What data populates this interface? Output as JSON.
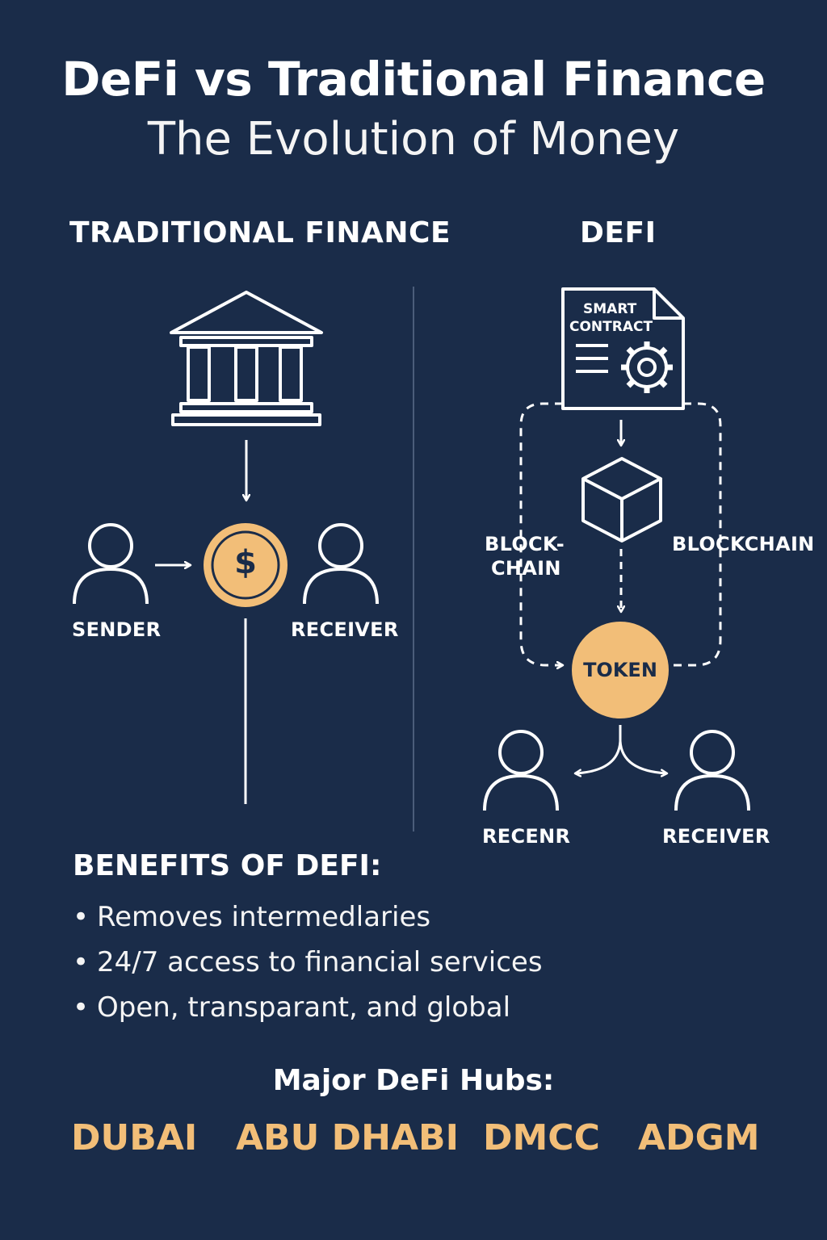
{
  "header": {
    "title": "DeFi vs Traditional Finance",
    "subtitle": "The Evolution of Money"
  },
  "traditional": {
    "heading": "TRADITIONAL FINANCE",
    "sender_label": "SENDER",
    "receiver_label": "RECEIVER",
    "coin_symbol": "$"
  },
  "defi": {
    "heading": "DEFI",
    "contract_line1": "SMART",
    "contract_line2": "CONTRACT",
    "blockchain_left_line1": "BLOCK-",
    "blockchain_left_line2": "CHAIN",
    "blockchain_right": "BLOCKCHAIN",
    "token_label": "TOKEN",
    "left_user_label": "RECENR",
    "right_user_label": "RECEIVER"
  },
  "benefits": {
    "heading": "BENEFITS OF DEFI:",
    "bullet": "•",
    "items": [
      "Removes intermedlaries",
      "24/7 access to financial services",
      "Open, transparant, and global"
    ]
  },
  "hubs": {
    "heading": "Major DeFi Hubs:",
    "items": [
      "DUBAI",
      "ABU DHABI",
      "DMCC",
      "ADGM"
    ]
  },
  "colors": {
    "background": "#1a2c49",
    "accent": "#f2be78",
    "line": "#ffffff"
  },
  "icons": [
    "bank-icon",
    "person-icon",
    "coin-icon",
    "document-icon",
    "gear-icon",
    "cube-icon"
  ]
}
